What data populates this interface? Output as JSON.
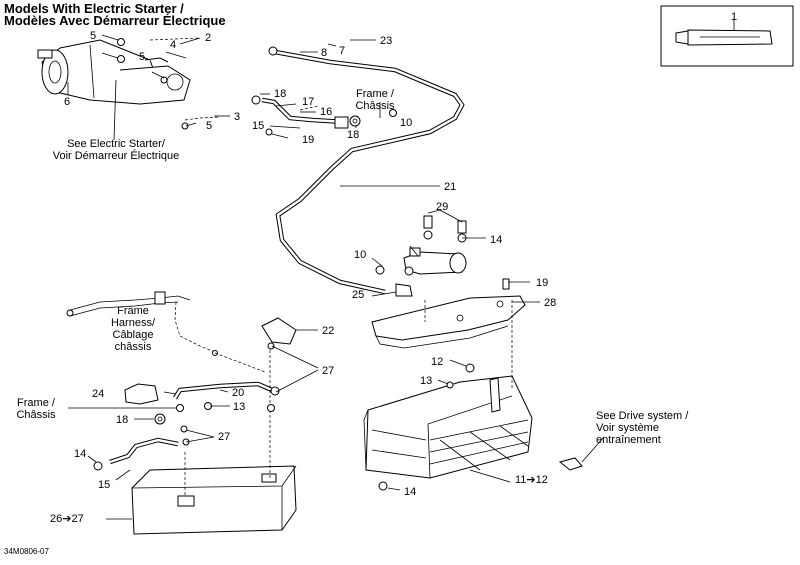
{
  "title": {
    "line1": "Models With Electric Starter /",
    "line2": "Modèles Avec Démarreur Électrique"
  },
  "notes": {
    "electric_starter_en": "See Electric Starter/",
    "electric_starter_fr": "Voir Démarreur Électrique",
    "frame_top_en": "Frame /",
    "frame_top_fr": "Châssis",
    "frame_left_en": "Frame /",
    "frame_left_fr": "Châssis",
    "harness_en1": "Frame",
    "harness_en2": "Harness/",
    "harness_fr1": "Câblage",
    "harness_fr2": "châssis",
    "drive_en": "See Drive system /",
    "drive_fr1": "Voir système",
    "drive_fr2": "entraînement"
  },
  "callouts": [
    {
      "id": "c1",
      "text": "1"
    },
    {
      "id": "c2",
      "text": "2"
    },
    {
      "id": "c3",
      "text": "3"
    },
    {
      "id": "c4",
      "text": "4"
    },
    {
      "id": "c5a",
      "text": "5"
    },
    {
      "id": "c5b",
      "text": "5"
    },
    {
      "id": "c5c",
      "text": "5"
    },
    {
      "id": "c6",
      "text": "6"
    },
    {
      "id": "c7",
      "text": "7"
    },
    {
      "id": "c8",
      "text": "8"
    },
    {
      "id": "c10a",
      "text": "10"
    },
    {
      "id": "c10b",
      "text": "10"
    },
    {
      "id": "c11",
      "text": "11➔12"
    },
    {
      "id": "c12",
      "text": "12"
    },
    {
      "id": "c13a",
      "text": "13"
    },
    {
      "id": "c13b",
      "text": "13"
    },
    {
      "id": "c14a",
      "text": "14"
    },
    {
      "id": "c14b",
      "text": "14"
    },
    {
      "id": "c14c",
      "text": "14"
    },
    {
      "id": "c15a",
      "text": "15"
    },
    {
      "id": "c15b",
      "text": "15"
    },
    {
      "id": "c16",
      "text": "16"
    },
    {
      "id": "c17",
      "text": "17"
    },
    {
      "id": "c18a",
      "text": "18"
    },
    {
      "id": "c18b",
      "text": "18"
    },
    {
      "id": "c18c",
      "text": "18"
    },
    {
      "id": "c19a",
      "text": "19"
    },
    {
      "id": "c19b",
      "text": "19"
    },
    {
      "id": "c20",
      "text": "20"
    },
    {
      "id": "c21",
      "text": "21"
    },
    {
      "id": "c22",
      "text": "22"
    },
    {
      "id": "c23",
      "text": "23"
    },
    {
      "id": "c24",
      "text": "24"
    },
    {
      "id": "c25",
      "text": "25"
    },
    {
      "id": "c26",
      "text": "26➔27"
    },
    {
      "id": "c27a",
      "text": "27"
    },
    {
      "id": "c27b",
      "text": "27"
    },
    {
      "id": "c28",
      "text": "28"
    },
    {
      "id": "c29",
      "text": "29"
    }
  ],
  "reference_code": "34M0806-07"
}
